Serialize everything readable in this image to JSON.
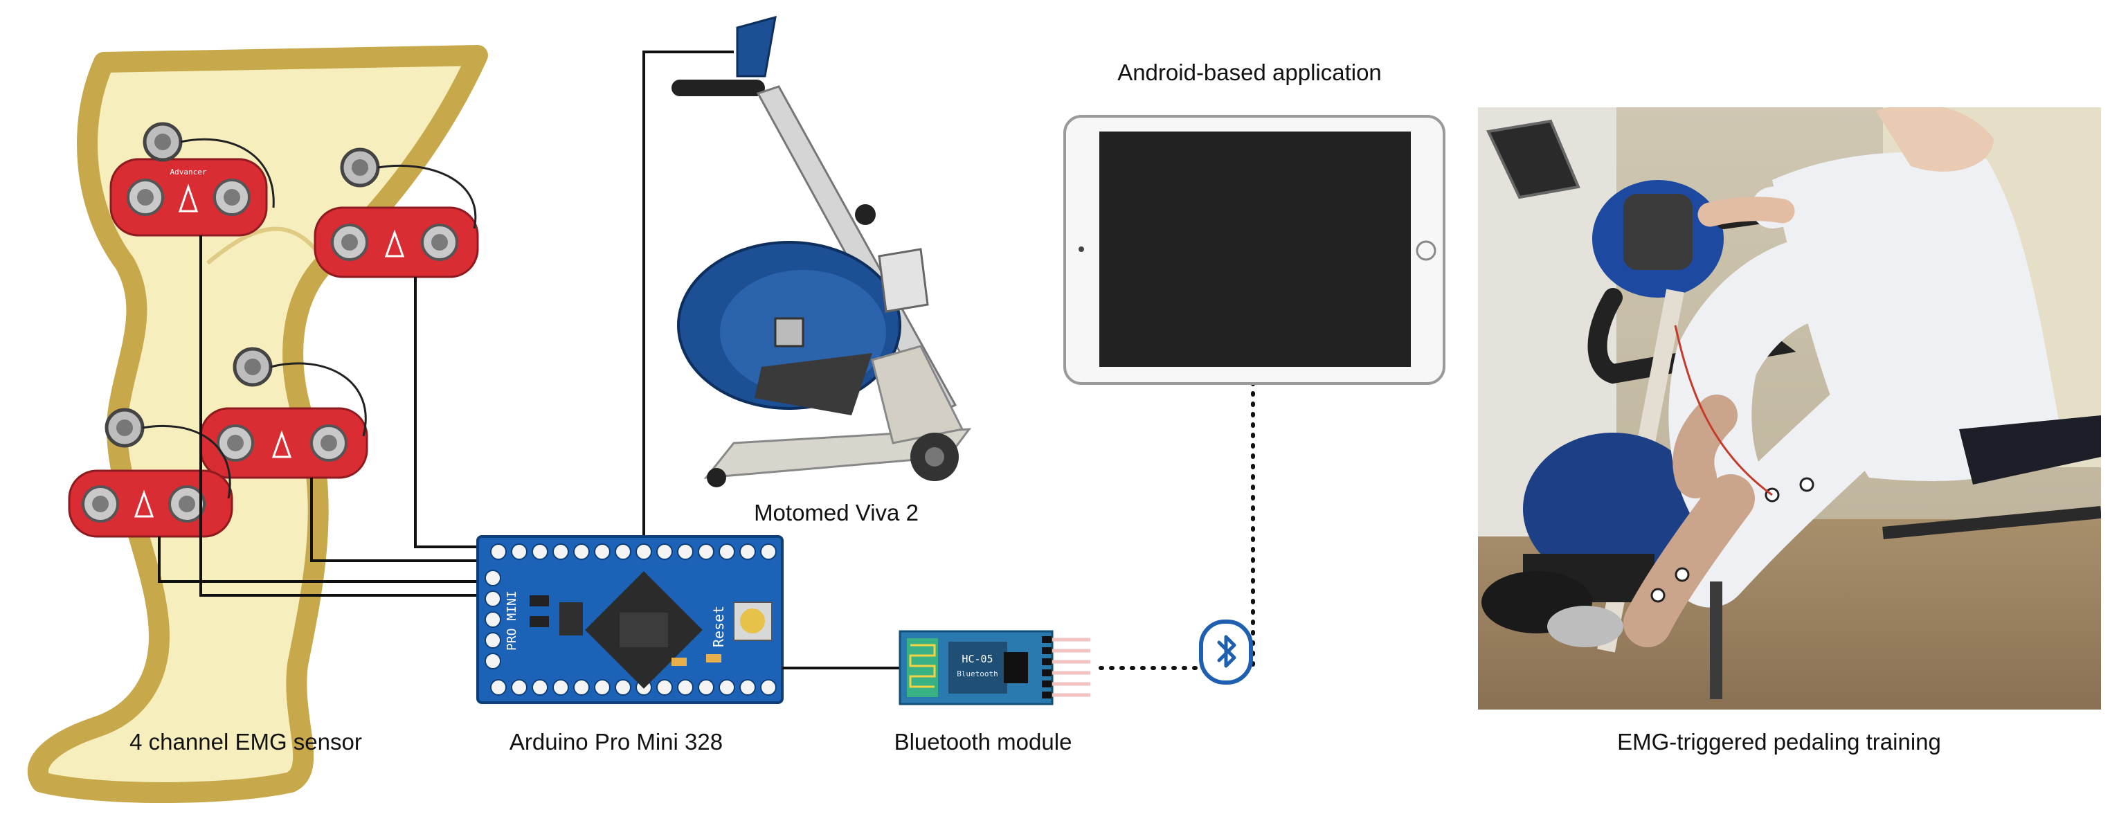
{
  "labels": {
    "emg_sensor": "4 channel EMG sensor",
    "arduino": "Arduino Pro Mini 328",
    "bluetooth": "Bluetooth module",
    "motomed": "Motomed Viva 2",
    "android_app": "Android-based application",
    "training": "EMG-triggered pedaling training"
  },
  "board_text": {
    "pro_mini": "PRO MINI",
    "reset": "Reset",
    "hc05": "HC-05",
    "hc05_sub": "Bluetooth",
    "sensor_brand": "Advancer"
  },
  "colors": {
    "leg_fill": "#f6eebc",
    "leg_outline": "#c7a84b",
    "sensor_red": "#d92c33",
    "arduino_blue": "#1c63b7",
    "motomed_blue": "#1d4f95",
    "bluetooth_green": "#2a7ab0",
    "wire": "#111111"
  },
  "icons": {
    "bluetooth": "bluetooth-icon"
  }
}
